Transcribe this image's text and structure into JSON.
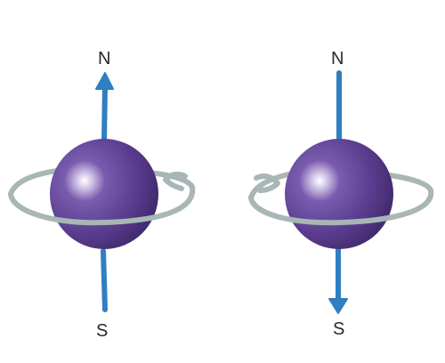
{
  "colors": {
    "background": "#ffffff",
    "sphere": "#5b3c8f",
    "sphere_highlight": "#ffffff",
    "axis_arrow": "#2f7fc1",
    "rotation_ring": "#a8b6b6",
    "text": "#2a2a2a"
  },
  "spins": [
    {
      "top_label": "N",
      "bottom_label": "S",
      "arrow_direction": "up",
      "rotation_arrowhead_side": "right"
    },
    {
      "top_label": "N",
      "bottom_label": "S",
      "arrow_direction": "down",
      "rotation_arrowhead_side": "left"
    }
  ]
}
